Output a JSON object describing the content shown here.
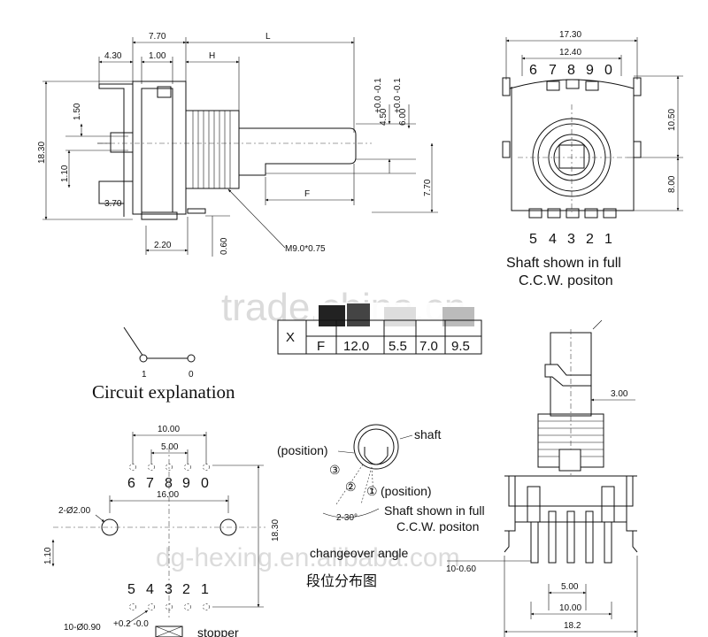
{
  "side_view": {
    "dims": {
      "d770": "7.70",
      "L": "L",
      "d430": "4.30",
      "d100": "1.00",
      "H": "H",
      "d150": "1.50",
      "d1830": "18.30",
      "d110": "1.10",
      "d370": "3.70",
      "d450": "4.50",
      "d450_tol": "+0.0 -0.1",
      "d600": "6.00",
      "d600_tol": "+0.0 -0.1",
      "F": "F",
      "d770v": "7.70",
      "d220": "2.20",
      "d060": "0.60",
      "thread": "M9.0*0.75"
    }
  },
  "front_view": {
    "dims": {
      "d1730": "17.30",
      "d1240": "12.40",
      "d1050": "10.50",
      "d800": "8.00"
    },
    "top_pins": [
      "6",
      "7",
      "8",
      "9",
      "0"
    ],
    "bottom_pins": [
      "5",
      "4",
      "3",
      "2",
      "1"
    ],
    "caption_line1": "Shaft shown in full",
    "caption_line2": "C.C.W. positon"
  },
  "watermarks": {
    "top": "trade.china.cn",
    "bottom": "dg-hexing.en.alibaba.com"
  },
  "table": {
    "row_label": "X",
    "header": "F",
    "values": [
      "12.0",
      "5.5",
      "7.0",
      "9.5"
    ]
  },
  "circuit": {
    "pin_a": "1",
    "pin_b": "0",
    "title": "Circuit explanation"
  },
  "pcb_layout": {
    "dims": {
      "d1000": "10.00",
      "d500": "5.00",
      "d1600": "16.00",
      "hole": "2-Ø2.00",
      "d1830": "18.30",
      "d110": "1.10",
      "pins_hole": "10-Ø0.90",
      "pins_tol": "+0.2 -0.0"
    },
    "top_pins": [
      "6",
      "7",
      "8",
      "9",
      "0"
    ],
    "bottom_pins": [
      "5",
      "4",
      "3",
      "2",
      "1"
    ],
    "legend": "stopper"
  },
  "position_diagram": {
    "shaft_label": "shaft",
    "position_label": "(position)",
    "position1_label": "(position)",
    "markers": [
      "③",
      "②",
      "①"
    ],
    "angle": "2-30°",
    "caption_line1": "Shaft shown in full",
    "caption_line2": "C.C.W. positon",
    "changeover": "changeover angle",
    "chinese": "段位分布图"
  },
  "end_view": {
    "dims": {
      "d300": "3.00",
      "d060": "10-0.60",
      "d500": "5.00",
      "d1000": "10.00",
      "d182": "18.2"
    }
  }
}
